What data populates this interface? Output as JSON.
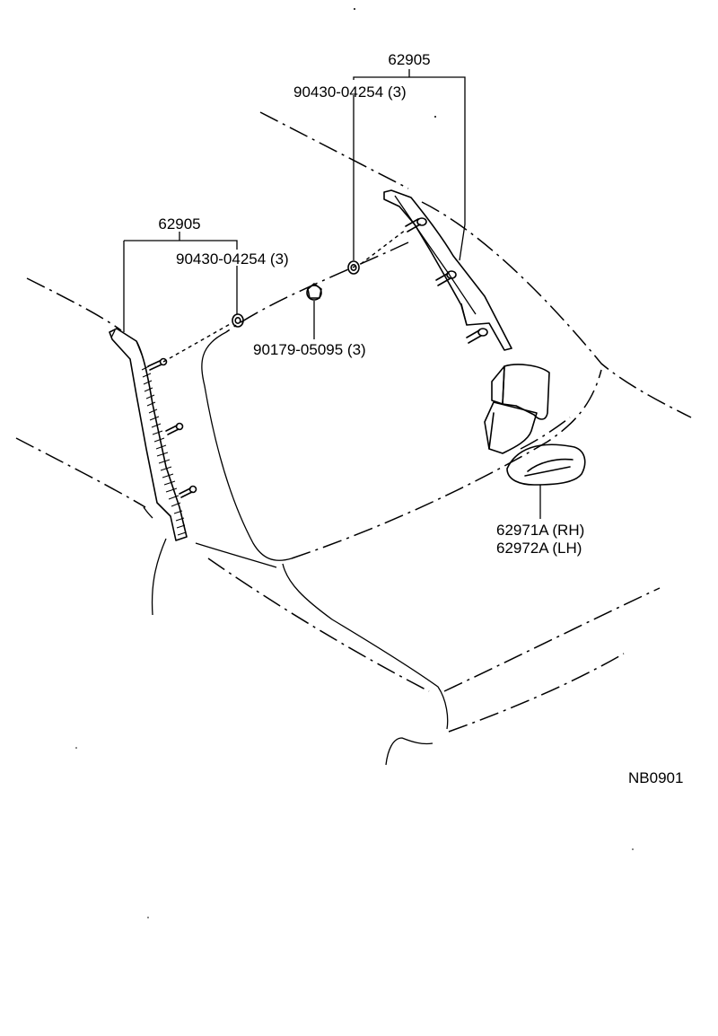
{
  "diagram": {
    "callouts": {
      "group_right": "62905",
      "group_right_nut": "90430-04254 (3)",
      "group_left": "62905",
      "group_left_nut": "90430-04254 (3)",
      "clip": "90179-05095 (3)",
      "visor_rh": "62971A (RH)",
      "visor_lh": "62972A (LH)",
      "figure_code": "NB0901"
    }
  }
}
